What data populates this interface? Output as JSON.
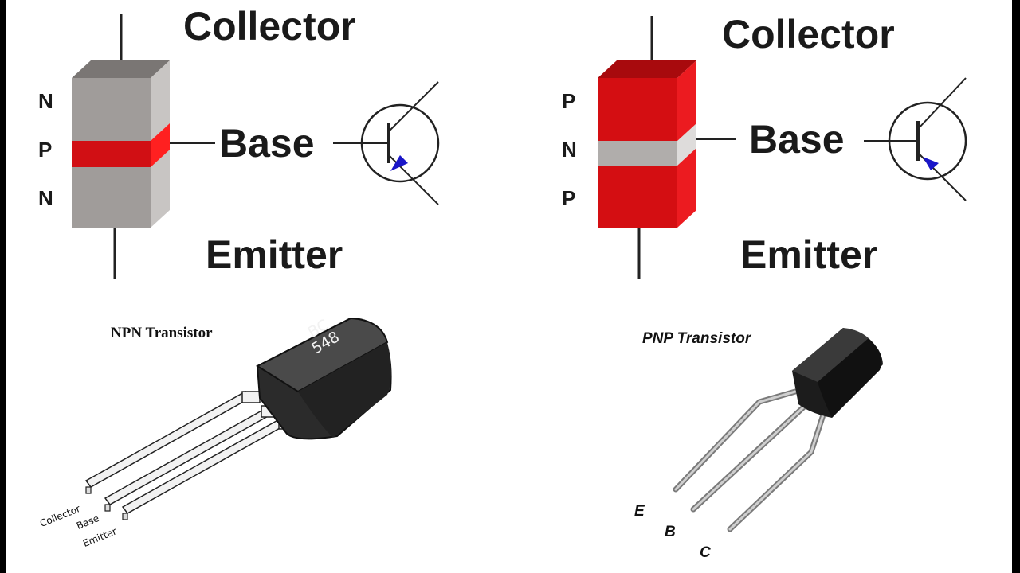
{
  "npn_block": {
    "terminals": {
      "collector": "Collector",
      "base": "Base",
      "emitter": "Emitter"
    },
    "layers": [
      "N",
      "P",
      "N"
    ],
    "colors": {
      "body": "#a09c9a",
      "top": "#7a7674",
      "side": "#c8c5c3",
      "band": "#d10f14",
      "band_side": "#ff2020"
    }
  },
  "pnp_block": {
    "terminals": {
      "collector": "Collector",
      "base": "Base",
      "emitter": "Emitter"
    },
    "layers": [
      "P",
      "N",
      "P"
    ],
    "colors": {
      "body": "#d40e12",
      "top": "#a80a0d",
      "side": "#ec1b20",
      "band": "#b0adab",
      "band_side": "#dedcdb"
    }
  },
  "npn_package": {
    "title": "NPN Transistor",
    "marking": [
      "BC",
      "548"
    ],
    "pins": [
      "Collector",
      "Base",
      "Emitter"
    ]
  },
  "pnp_package": {
    "title": "PNP Transistor",
    "pins": [
      "E",
      "B",
      "C"
    ]
  }
}
